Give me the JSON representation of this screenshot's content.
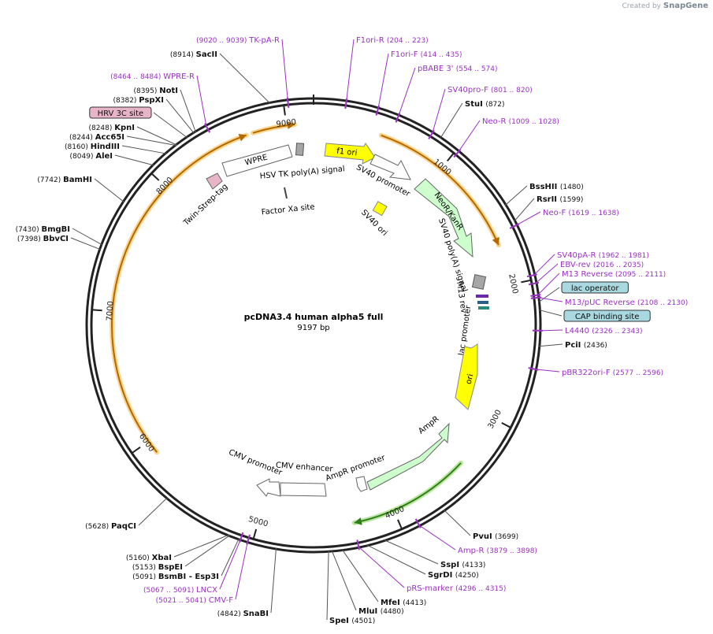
{
  "watermark": {
    "prefix": "Created by",
    "brand": "SnapGene"
  },
  "plasmid": {
    "name": "pcDNA3.4 human alpha5 full",
    "size_label": "9197 bp",
    "length": 9197
  },
  "colors": {
    "site_label": "#111111",
    "primer_label": "#9b30c4",
    "primer_tick": "#9b30c4",
    "leader": "#555555",
    "ring": "#222222",
    "orange_fill": "#fdd38c",
    "orange_stroke": "#b06a00",
    "green_fill": "#7ac943",
    "yellow_fill": "#ffff00",
    "neo_fill": "#ccffcc",
    "lac_fill": "#a8d8e0",
    "pink_fill": "#e8b4c8"
  },
  "ruler": [
    {
      "bp": 1000,
      "label": "1000"
    },
    {
      "bp": 2000,
      "label": "2000"
    },
    {
      "bp": 3000,
      "label": "3000"
    },
    {
      "bp": 4000,
      "label": "4000"
    },
    {
      "bp": 5000,
      "label": "5000"
    },
    {
      "bp": 6000,
      "label": "6000"
    },
    {
      "bp": 7000,
      "label": "7000"
    },
    {
      "bp": 8000,
      "label": "8000"
    },
    {
      "bp": 9000,
      "label": "9000"
    }
  ],
  "right_labels": [
    {
      "kind": "primer",
      "name": "F1ori-R",
      "range": "(204 .. 223)",
      "bp": 213
    },
    {
      "kind": "primer",
      "name": "F1ori-F",
      "range": "(414 .. 435)",
      "bp": 424
    },
    {
      "kind": "primer",
      "name": "pBABE 3'",
      "range": "(554 .. 574)",
      "bp": 564
    },
    {
      "kind": "primer",
      "name": "SV40pro-F",
      "range": "(801 .. 820)",
      "bp": 810
    },
    {
      "kind": "site",
      "name": "StuI",
      "range": "(872)",
      "bp": 872
    },
    {
      "kind": "primer",
      "name": "Neo-R",
      "range": "(1009 .. 1028)",
      "bp": 1018
    },
    {
      "kind": "site",
      "name": "BssHII",
      "range": "(1480)",
      "bp": 1480
    },
    {
      "kind": "site",
      "name": "RsrII",
      "range": "(1599)",
      "bp": 1599
    },
    {
      "kind": "primer",
      "name": "Neo-F",
      "range": "(1619 .. 1638)",
      "bp": 1628
    },
    {
      "kind": "primer",
      "name": "SV40pA-R",
      "range": "(1962 .. 1981)",
      "bp": 1971
    },
    {
      "kind": "primer",
      "name": "EBV-rev",
      "range": "(2016 .. 2035)",
      "bp": 2025
    },
    {
      "kind": "primer",
      "name": "M13 Reverse",
      "range": "(2095 .. 2111)",
      "bp": 2103
    },
    {
      "kind": "box",
      "name": "lac operator",
      "range": "",
      "bp": 2150
    },
    {
      "kind": "primer",
      "name": "M13/pUC Reverse",
      "range": "(2108 .. 2130)",
      "bp": 2119
    },
    {
      "kind": "box",
      "name": "CAP binding site",
      "range": "",
      "bp": 2200
    },
    {
      "kind": "primer",
      "name": "L4440",
      "range": "(2326 .. 2343)",
      "bp": 2334
    },
    {
      "kind": "site",
      "name": "PciI",
      "range": "(2436)",
      "bp": 2436
    },
    {
      "kind": "primer",
      "name": "pBR322ori-F",
      "range": "(2577 .. 2596)",
      "bp": 2586
    }
  ],
  "bottom_right_labels": [
    {
      "kind": "site",
      "name": "PvuI",
      "range": "(3699)",
      "bp": 3699
    },
    {
      "kind": "primer",
      "name": "Amp-R",
      "range": "(3879 .. 3898)",
      "bp": 3888
    },
    {
      "kind": "site",
      "name": "SspI",
      "range": "(4133)",
      "bp": 4133
    },
    {
      "kind": "site",
      "name": "SgrDI",
      "range": "(4250)",
      "bp": 4250
    },
    {
      "kind": "primer",
      "name": "pRS-marker",
      "range": "(4296 .. 4315)",
      "bp": 4305
    },
    {
      "kind": "site",
      "name": "MfeI",
      "range": "(4413)",
      "bp": 4413
    },
    {
      "kind": "site",
      "name": "MluI",
      "range": "(4480)",
      "bp": 4480
    },
    {
      "kind": "site",
      "name": "SpeI",
      "range": "(4501)",
      "bp": 4501
    }
  ],
  "bottom_left_labels": [
    {
      "kind": "site",
      "name": "SnaBI",
      "range": "(4842)",
      "bp": 4842
    },
    {
      "kind": "primer",
      "name": "CMV-F",
      "range": "(5021 .. 5041)",
      "bp": 5031
    },
    {
      "kind": "primer",
      "name": "LNCX",
      "range": "(5067 .. 5091)",
      "bp": 5079
    },
    {
      "kind": "site",
      "name": "BsmBI - Esp3I",
      "range": "(5091)",
      "bp": 5091
    },
    {
      "kind": "site",
      "name": "BspEI",
      "range": "(5153)",
      "bp": 5153
    },
    {
      "kind": "site",
      "name": "XbaI",
      "range": "(5160)",
      "bp": 5160
    },
    {
      "kind": "site",
      "name": "PaqCI",
      "range": "(5628)",
      "bp": 5628
    }
  ],
  "left_labels": [
    {
      "kind": "site",
      "name": "BbvCI",
      "range": "(7398)",
      "bp": 7398
    },
    {
      "kind": "site",
      "name": "BmgBI",
      "range": "(7430)",
      "bp": 7430
    },
    {
      "kind": "site",
      "name": "BamHI",
      "range": "(7742)",
      "bp": 7742
    },
    {
      "kind": "site",
      "name": "AleI",
      "range": "(8049)",
      "bp": 8049
    },
    {
      "kind": "site",
      "name": "HindIII",
      "range": "(8160)",
      "bp": 8160
    },
    {
      "kind": "site",
      "name": "Acc65I",
      "range": "(8244)",
      "bp": 8244
    },
    {
      "kind": "site",
      "name": "KpnI",
      "range": "(8248)",
      "bp": 8248
    },
    {
      "kind": "box",
      "name": "HRV 3C site",
      "range": "",
      "bp": 8330
    },
    {
      "kind": "site",
      "name": "PspXI",
      "range": "(8382)",
      "bp": 8382
    },
    {
      "kind": "site",
      "name": "NotI",
      "range": "(8395)",
      "bp": 8395
    },
    {
      "kind": "primer",
      "name": "WPRE-R",
      "range": "(8464 .. 8484)",
      "bp": 8474
    },
    {
      "kind": "site",
      "name": "SacII",
      "range": "(8914)",
      "bp": 8914
    },
    {
      "kind": "primer",
      "name": "TK-pA-R",
      "range": "(9020 .. 9039)",
      "bp": 9030
    }
  ],
  "outer_arcs": [
    {
      "name": "insert-right",
      "start": 500,
      "end": 1700,
      "color": "orange"
    },
    {
      "name": "insert-left",
      "start": 5900,
      "end": 8700,
      "color": "orange"
    },
    {
      "name": "insert-top",
      "start": 8750,
      "end": 9060,
      "color": "orange"
    },
    {
      "name": "ampr-outer",
      "start": 3400,
      "end": 4300,
      "color": "green"
    }
  ],
  "features": [
    {
      "name": "f1 ori",
      "label": "f1 ori",
      "color": "yellow"
    },
    {
      "name": "SV40 promoter",
      "label": "SV40 promoter",
      "color": "white"
    },
    {
      "name": "NeoR/KanR",
      "label": "NeoR/KanR",
      "color": "neo"
    },
    {
      "name": "SV40 poly(A) signal",
      "label": "SV40 poly(A) signal",
      "color": "white"
    },
    {
      "name": "SV40 ori",
      "label": "SV40 ori",
      "color": "yellow"
    },
    {
      "name": "M13 rev",
      "label": "M13 rev",
      "color": "white"
    },
    {
      "name": "lac promoter",
      "label": "lac promoter",
      "color": "white"
    },
    {
      "name": "ori",
      "label": "ori",
      "color": "yellow"
    },
    {
      "name": "AmpR",
      "label": "AmpR",
      "color": "neo"
    },
    {
      "name": "AmpR promoter",
      "label": "AmpR promoter",
      "color": "white"
    },
    {
      "name": "CMV enhancer",
      "label": "CMV enhancer",
      "color": "white"
    },
    {
      "name": "CMV promoter",
      "label": "CMV promoter",
      "color": "white"
    },
    {
      "name": "HSV TK poly(A) signal",
      "label": "HSV TK poly(A) signal",
      "color": "white"
    },
    {
      "name": "WPRE",
      "label": "WPRE",
      "color": "white"
    },
    {
      "name": "Twin-Strep-tag",
      "label": "Twin-Strep-tag",
      "color": "pink"
    },
    {
      "name": "Factor Xa site",
      "label": "Factor Xa site",
      "color": "grey"
    }
  ]
}
